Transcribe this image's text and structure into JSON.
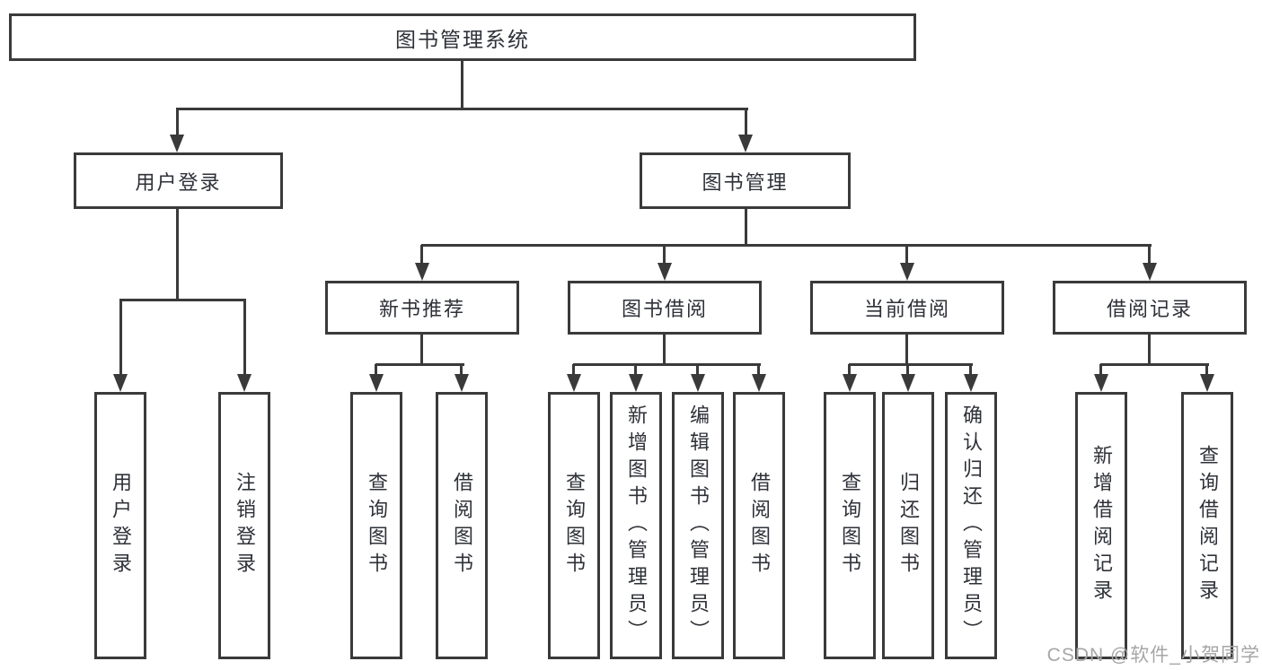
{
  "watermark": "CSDN @软件_小贺同学",
  "colors": {
    "line": "#3a3a3a",
    "text": "#2e3138",
    "watermark": "#a6a6a6"
  },
  "tree": {
    "root": {
      "label": "图书管理系统"
    },
    "children": [
      {
        "label": "用户登录",
        "children": [
          {
            "label": "用户登录"
          },
          {
            "label": "注销登录"
          }
        ]
      },
      {
        "label": "图书管理",
        "children": [
          {
            "label": "新书推荐",
            "children": [
              {
                "label": "查询图书"
              },
              {
                "label": "借阅图书"
              }
            ]
          },
          {
            "label": "图书借阅",
            "children": [
              {
                "label": "查询图书"
              },
              {
                "label": "新增图书（管理员）"
              },
              {
                "label": "编辑图书（管理员）"
              },
              {
                "label": "借阅图书"
              }
            ]
          },
          {
            "label": "当前借阅",
            "children": [
              {
                "label": "查询图书"
              },
              {
                "label": "归还图书"
              },
              {
                "label": "确认归还（管理员）"
              }
            ]
          },
          {
            "label": "借阅记录",
            "children": [
              {
                "label": "新增借阅记录"
              },
              {
                "label": "查询借阅记录"
              }
            ]
          }
        ]
      }
    ]
  }
}
